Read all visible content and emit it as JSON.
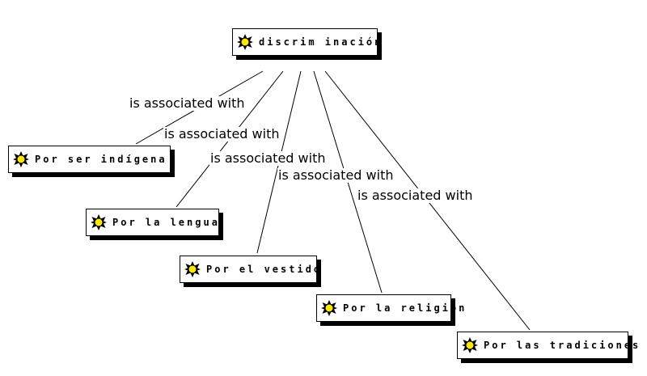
{
  "concept_map": {
    "root": {
      "label": "discrim inación",
      "icon": "concept-icon"
    },
    "children": [
      {
        "id": "ser-indigena",
        "label": "Por ser indígena",
        "icon": "concept-icon"
      },
      {
        "id": "lengua",
        "label": "Por la lengua",
        "icon": "concept-icon"
      },
      {
        "id": "vestido",
        "label": "Por el vestido",
        "icon": "concept-icon"
      },
      {
        "id": "religion",
        "label": "Por la religión",
        "icon": "concept-icon"
      },
      {
        "id": "tradiciones",
        "label": "Por las tradiciones",
        "icon": "concept-icon"
      }
    ],
    "links": [
      {
        "label": "is associated with"
      },
      {
        "label": "is associated with"
      },
      {
        "label": "is associated with"
      },
      {
        "label": "is associated with"
      },
      {
        "label": "is associated with"
      }
    ]
  }
}
